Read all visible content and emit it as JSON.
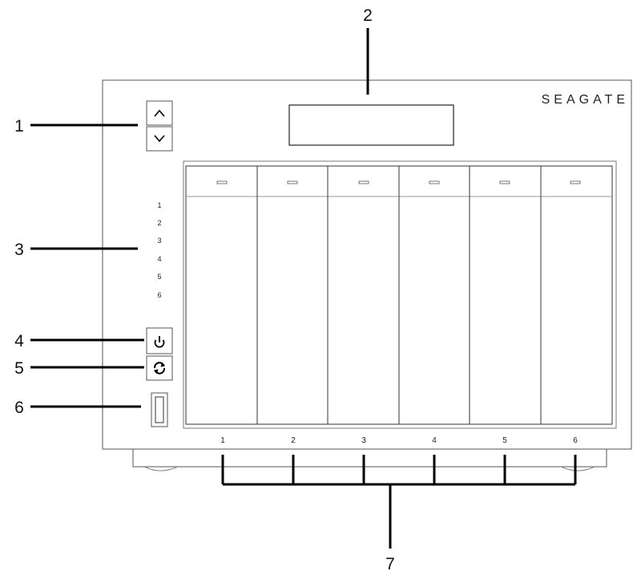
{
  "brand": "SEAGATE",
  "callouts": {
    "c1": "1",
    "c2": "2",
    "c3": "3",
    "c4": "4",
    "c5": "5",
    "c6": "6",
    "c7": "7"
  },
  "drive_status_leds": [
    "1",
    "2",
    "3",
    "4",
    "5",
    "6"
  ],
  "drive_bays": [
    "1",
    "2",
    "3",
    "4",
    "5",
    "6"
  ],
  "icons": {
    "up": "chevron-up-icon",
    "down": "chevron-down-icon",
    "power": "power-icon",
    "copy": "refresh-icon",
    "usb": "usb-port-icon"
  }
}
